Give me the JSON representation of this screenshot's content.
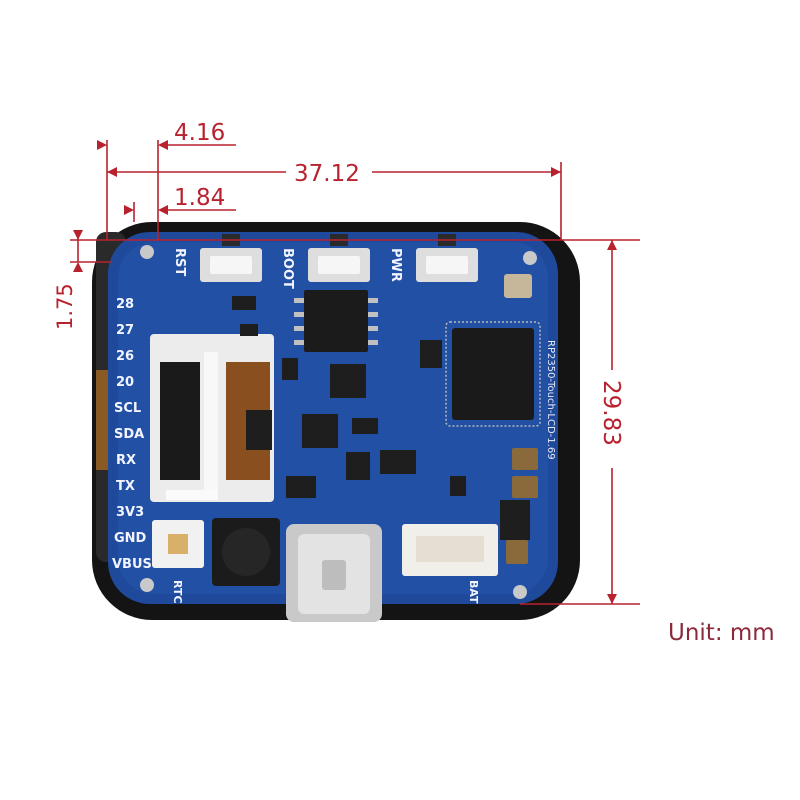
{
  "dimensions": {
    "offset_top": "4.16",
    "width": "37.12",
    "offset_inner": "1.84",
    "offset_left": "1.75",
    "height": "29.83"
  },
  "unit": "Unit: mm",
  "buttons": [
    "RST",
    "BOOT",
    "PWR"
  ],
  "pins": [
    "28",
    "27",
    "26",
    "20",
    "SCL",
    "SDA",
    "RX",
    "TX",
    "3V3",
    "GND",
    "VBUS"
  ],
  "connectors": {
    "rtc": "RTC",
    "bat": "BAT"
  },
  "board_marking": "RP2350-Touch-LCD-1.69",
  "colors": {
    "dimension": "#b8222e",
    "pcb": "#1f4a9c",
    "bezel": "#141414",
    "unit_text": "#8c2a3c"
  }
}
